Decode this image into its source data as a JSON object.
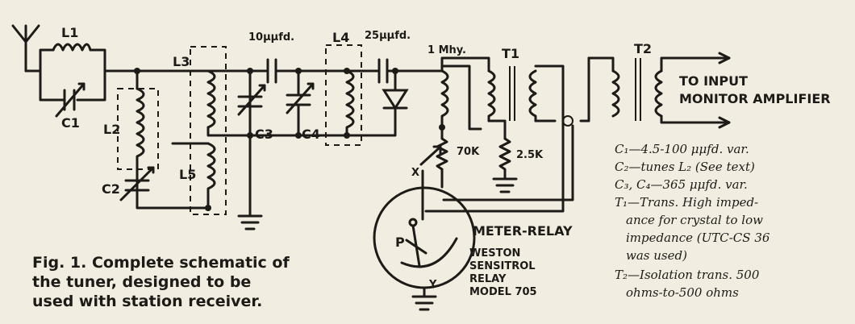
{
  "labels": {
    "l1": "L1",
    "c1": "C1",
    "l2": "L2",
    "c2": "C2",
    "l3": "L3",
    "c3": "C3",
    "c4": "C4",
    "l4": "L4",
    "l5": "L5",
    "cap10": "10μμfd.",
    "cap25": "25μμfd.",
    "choke": "1 Mhy.",
    "t1": "T1",
    "t2": "T2",
    "r70": "70K",
    "r25": "2.5K",
    "x": "X",
    "y": "Y",
    "p": "P"
  },
  "output": {
    "line1": "TO INPUT",
    "line2": "MONITOR AMPLIFIER"
  },
  "meter": {
    "title": "METER-RELAY",
    "line1": "WESTON",
    "line2": "SENSITROL",
    "line3": "RELAY",
    "line4": "MODEL 705"
  },
  "notes": [
    "C₁—4.5-100 μμfd. var.",
    "C₂—tunes L₂ (See text)",
    "C₃, C₄—365 μμfd. var.",
    "T₁—Trans. High imped-",
    "ance for crystal to low",
    "impedance (UTC-CS 36",
    "was used)",
    "T₂—Isolation trans. 500",
    "ohms-to-500 ohms"
  ],
  "caption": [
    "Fig. 1. Complete schematic of",
    "the tuner, designed to be",
    "used with station receiver."
  ]
}
